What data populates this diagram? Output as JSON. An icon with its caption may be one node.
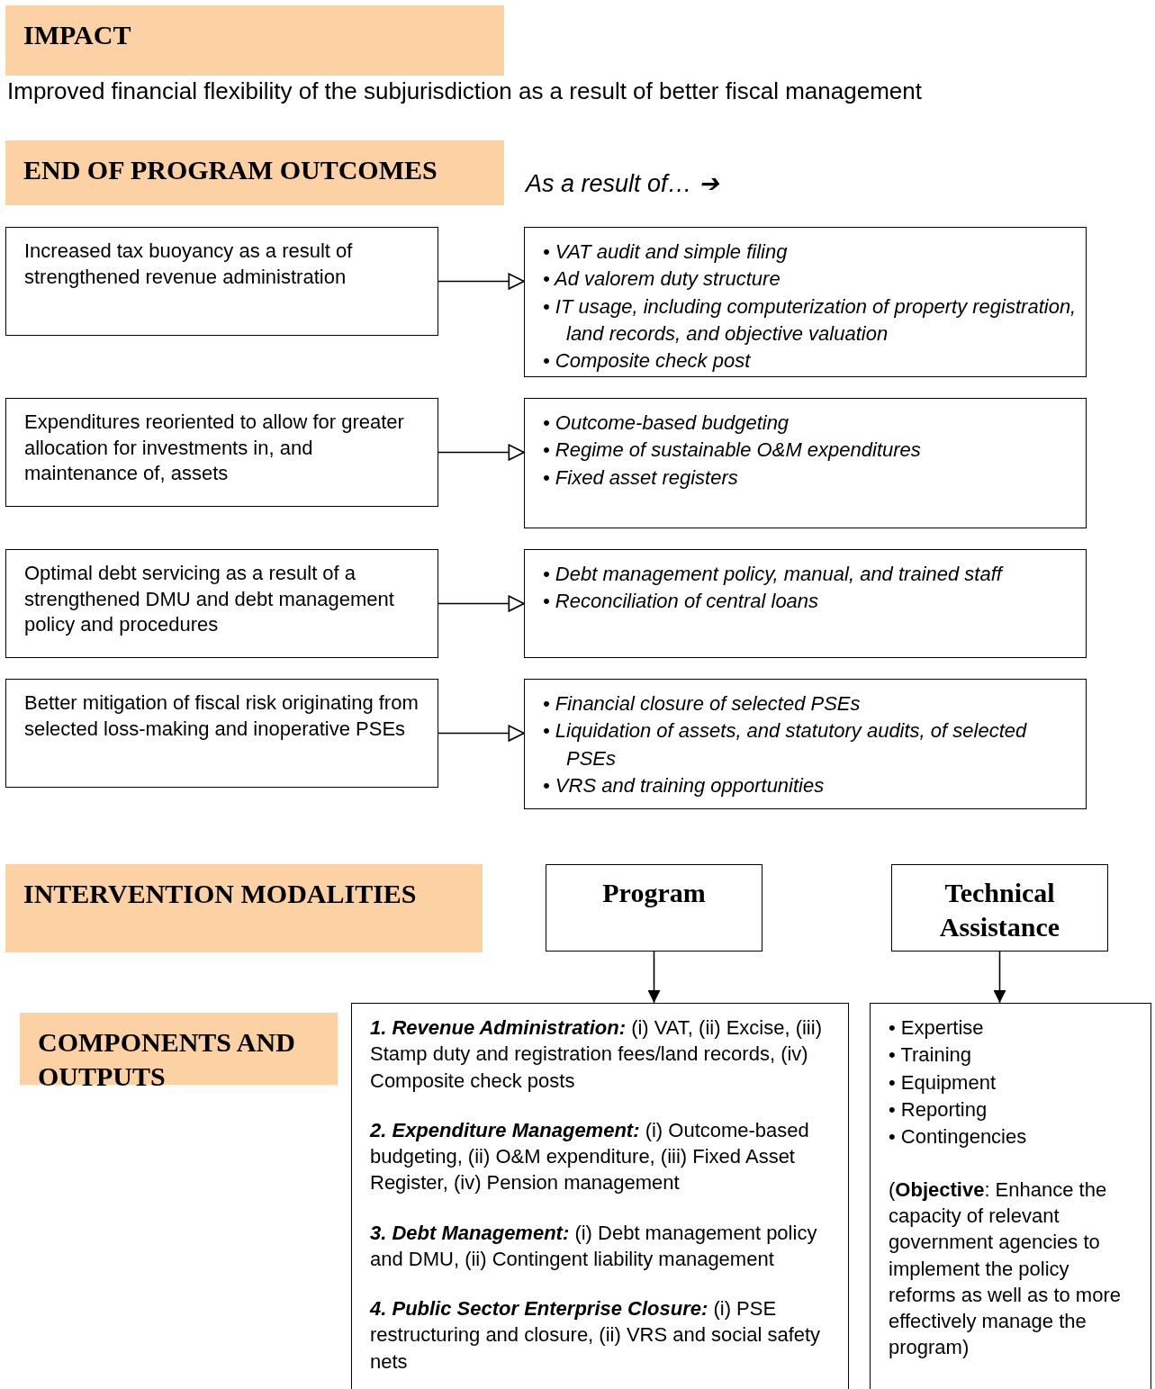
{
  "diagram": {
    "nodes": [
      {
        "text": [
          "IMPACT"
        ]
      },
      {
        "text": [
          "END OF PROGRAM OUTCOMES"
        ]
      },
      {
        "text": [
          "Increased tax buoyancy as a result of strengthened revenue administration"
        ]
      },
      {
        "text": [
          "• VAT audit and simple filing",
          "• Ad valorem duty structure",
          "• IT usage, including computerization of property registration, land records, and objective valuation",
          "• Composite check post"
        ]
      },
      {
        "text": [
          "Expenditures reoriented to allow for greater allocation for investments in, and maintenance of, assets"
        ]
      },
      {
        "text": [
          "• Outcome-based budgeting",
          "• Regime of sustainable O&M expenditures",
          "• Fixed asset registers"
        ]
      },
      {
        "text": [
          "Optimal debt servicing as a result of a strengthened DMU and debt management policy and procedures"
        ]
      },
      {
        "text": [
          "• Debt management policy, manual, and trained staff",
          "• Reconciliation of central loans"
        ]
      },
      {
        "text": [
          "Better mitigation of fiscal risk originating from selected loss-making and inoperative PSEs"
        ]
      },
      {
        "text": [
          "• Financial closure of selected PSEs",
          "• Liquidation of assets, and statutory audits, of selected PSEs",
          "• VRS and training opportunities"
        ]
      },
      {
        "text": [
          "INTERVENTION MODALITIES"
        ]
      },
      {
        "text": [
          "Program"
        ]
      },
      {
        "text": [
          "Technical Assistance"
        ]
      },
      {
        "text": [
          "COMPONENTS AND OUTPUTS"
        ]
      },
      {
        "text": [
          "**1. Revenue Administration:** (i) VAT, (ii) Excise, (iii) Stamp duty and registration fees/land records, (iv) Composite check posts",
          "**2. Expenditure Management:** (i) Outcome-based budgeting, (ii) O&M expenditure, (iii) Fixed Asset Register, (iv) Pension management",
          "**3. Debt Management:** (i) Debt management policy and DMU, (ii) Contingent liability management",
          "**4. Public Sector Enterprise Closure:** (i) PSE restructuring and closure, (ii) VRS and social safety nets"
        ]
      },
      {
        "text": [
          "• Expertise",
          "• Training",
          "• Equipment",
          "• Reporting",
          "• Contingencies",
          "(**Objective**: Enhance the capacity of relevant government agencies to implement the policy reforms as well as to more effectively manage the program)"
        ]
      }
    ],
    "edges": [
      {
        "from": 2,
        "to": 3,
        "arrow": "to"
      },
      {
        "from": 4,
        "to": 5,
        "arrow": "to"
      },
      {
        "from": 6,
        "to": 7,
        "arrow": "to"
      },
      {
        "from": 8,
        "to": 9,
        "arrow": "to"
      },
      {
        "from": 11,
        "to": 14,
        "arrow": "to"
      },
      {
        "from": 12,
        "to": 15,
        "arrow": "to"
      }
    ],
    "labels": [
      "Improved financial flexibility of the subjurisdiction as a result of better fiscal management",
      "As a result of… ➔"
    ]
  }
}
